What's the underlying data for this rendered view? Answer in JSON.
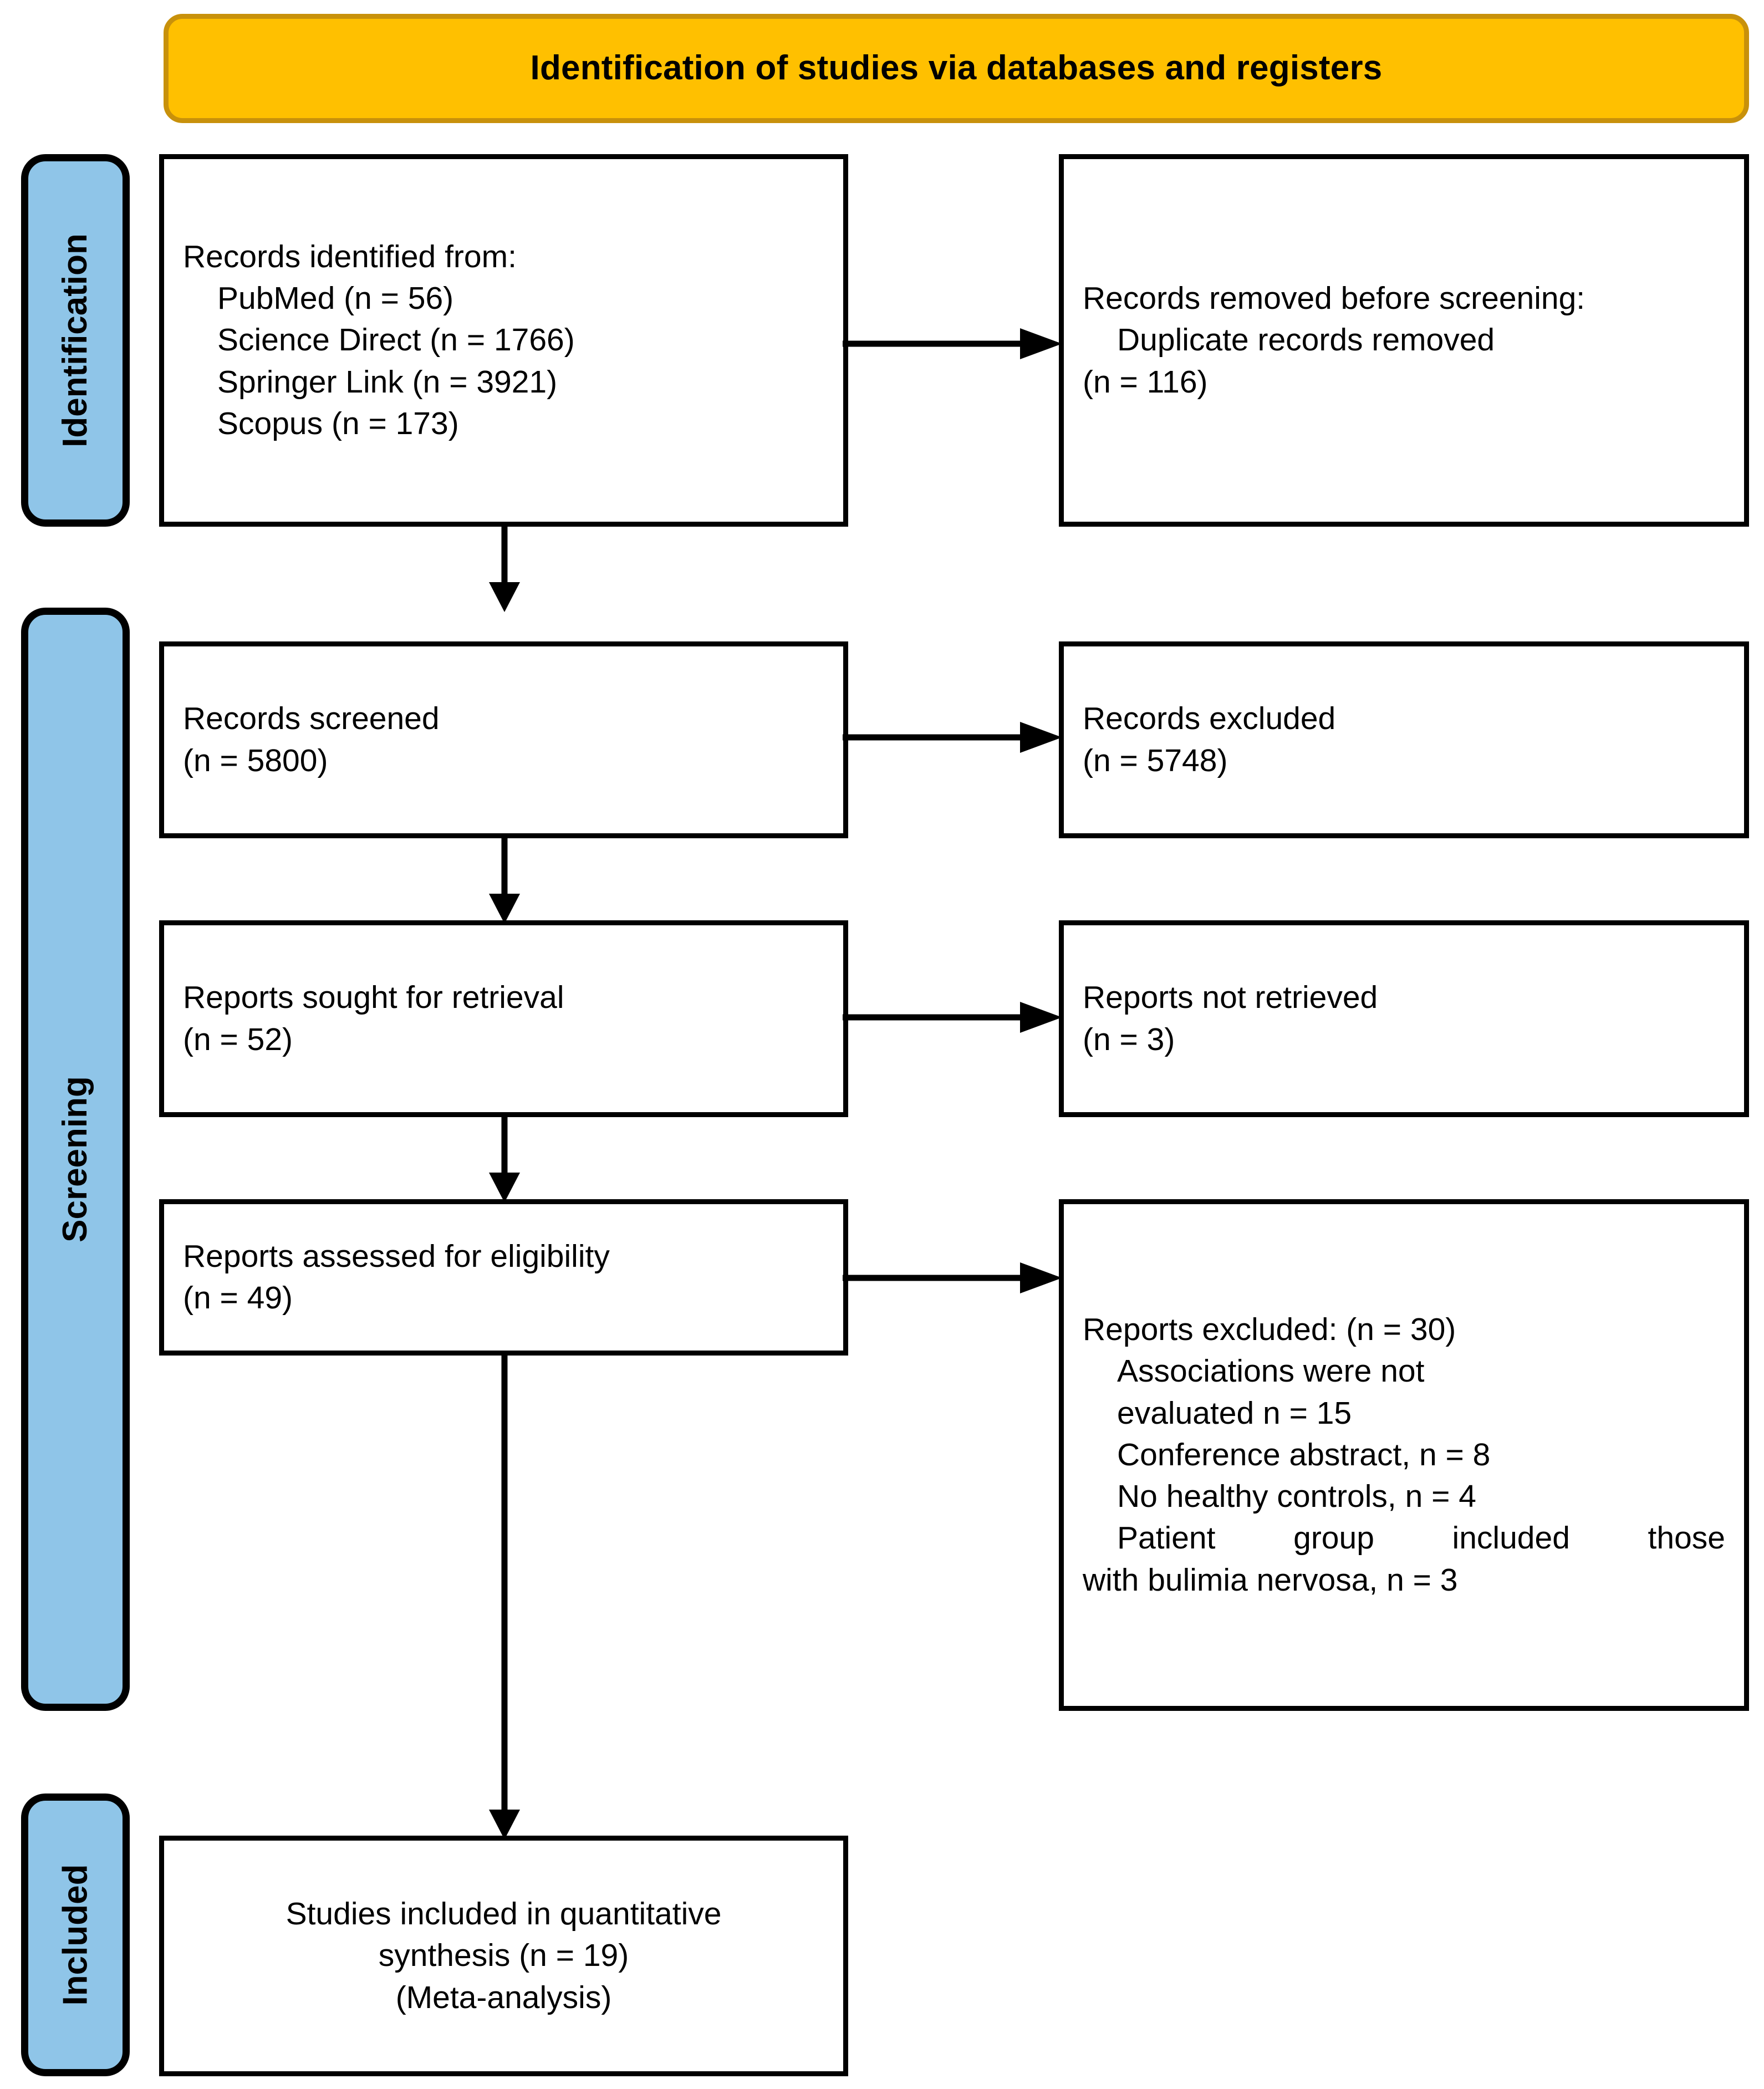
{
  "banner": {
    "title": "Identification of studies via databases and registers",
    "fill_color": "#FFC000",
    "border_color": "#C8910B"
  },
  "stages": [
    {
      "label": "Identification",
      "fill_color": "#8FC5E8"
    },
    {
      "label": "Screening",
      "fill_color": "#8FC5E8"
    },
    {
      "label": "Included",
      "fill_color": "#8FC5E8"
    }
  ],
  "boxes": {
    "records_identified": {
      "lines": [
        "Records identified from:",
        "PubMed (n = 56)",
        "Science Direct (n = 1766)",
        "Springer Link (n = 3921)",
        "Scopus (n = 173)"
      ]
    },
    "records_removed": {
      "lines": [
        "Records removed before screening:",
        "Duplicate records removed",
        "(n = 116)"
      ]
    },
    "records_screened": {
      "lines": [
        "Records screened",
        "(n = 5800)"
      ]
    },
    "records_excluded": {
      "lines": [
        "Records excluded",
        "(n = 5748)"
      ]
    },
    "reports_sought": {
      "lines": [
        "Reports sought for retrieval",
        "(n = 52)"
      ]
    },
    "reports_not_retrieved": {
      "lines": [
        "Reports not retrieved",
        "(n = 3)"
      ]
    },
    "reports_assessed": {
      "lines": [
        "Reports assessed for eligibility",
        "(n = 49)"
      ]
    },
    "reports_excluded": {
      "heading": "Reports excluded: (n = 30)",
      "reasons": [
        "Associations were not",
        "evaluated n = 15",
        "Conference abstract, n = 8",
        "No healthy controls, n = 4"
      ],
      "reason_justified_a": "Patient group included those",
      "reason_justified_b": "with bulimia nervosa, n = 3"
    },
    "studies_included": {
      "lines": [
        "Studies included in quantitative",
        "synthesis (n = 19)",
        "(Meta-analysis)"
      ]
    }
  },
  "connectors": {
    "identified_to_removed": "arrow-right",
    "identified_to_screened": "arrow-down",
    "screened_to_excluded": "arrow-right",
    "screened_to_sought": "arrow-down",
    "sought_to_not_retrieved": "arrow-right",
    "sought_to_assessed": "arrow-down",
    "assessed_to_excluded": "arrow-right",
    "assessed_to_included": "arrow-down"
  }
}
